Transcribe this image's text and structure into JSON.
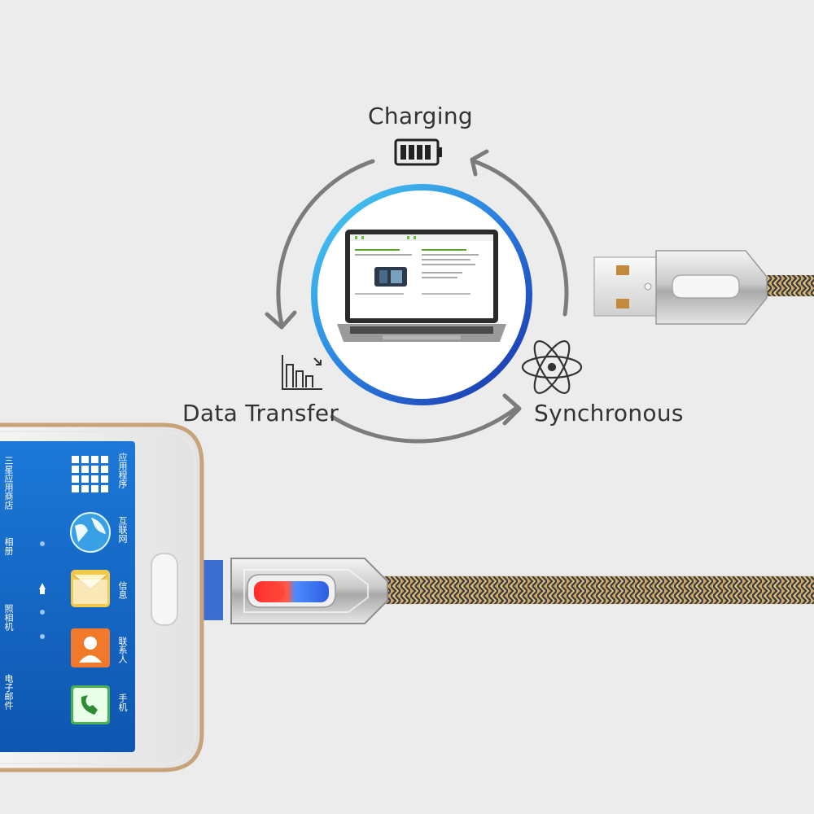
{
  "cycle": {
    "charging": "Charging",
    "data_transfer": "Data Transfer",
    "synchronous": "Synchronous"
  },
  "icons": [
    "battery-icon",
    "chart-icon",
    "atom-icon",
    "laptop",
    "usb-connector",
    "phone"
  ],
  "phone_apps": [
    {
      "label": "应用程序",
      "icon": "grid-icon"
    },
    {
      "label": "三星应用商店",
      "icon": "store-icon"
    },
    {
      "label": "互联网",
      "icon": "globe-icon"
    },
    {
      "label": "相册",
      "icon": "gallery-icon"
    },
    {
      "label": "信息",
      "icon": "message-icon"
    },
    {
      "label": "照相机",
      "icon": "camera-icon"
    },
    {
      "label": "联系人",
      "icon": "contacts-icon"
    },
    {
      "label": "电子邮件",
      "icon": "email-icon"
    },
    {
      "label": "手机",
      "icon": "phone-icon"
    }
  ],
  "colors": {
    "background": "#ececec",
    "ring_gradient_start": "#39c0ee",
    "ring_gradient_end": "#1f3fb8",
    "arrow": "#7a7a7a",
    "screen_blue": "#1669c9"
  }
}
